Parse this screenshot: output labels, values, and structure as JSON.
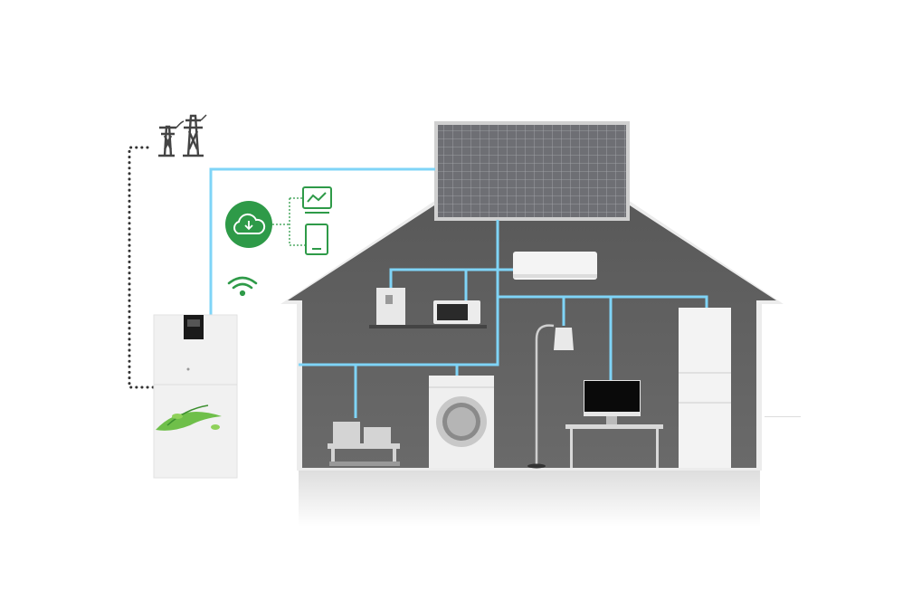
{
  "colors": {
    "house_wall": "#5c5c5c",
    "roof_outline": "#e8e8e8",
    "floor": "#e6e6e6",
    "power_line": "#7fd4f7",
    "accent_green": "#2e9a48",
    "grid_dots": "#333333",
    "solar_panel": "#6f7075"
  },
  "icons": [
    "power-pylon-icon",
    "cloud-download-icon",
    "monitor-chart-icon",
    "phone-icon",
    "wifi-icon"
  ],
  "components": [
    "home-battery",
    "solar-panel",
    "air-conditioner",
    "coffee-machine",
    "microwave",
    "floor-lamp",
    "refrigerator",
    "heat-pump",
    "washing-machine",
    "computer-monitor",
    "desk"
  ]
}
